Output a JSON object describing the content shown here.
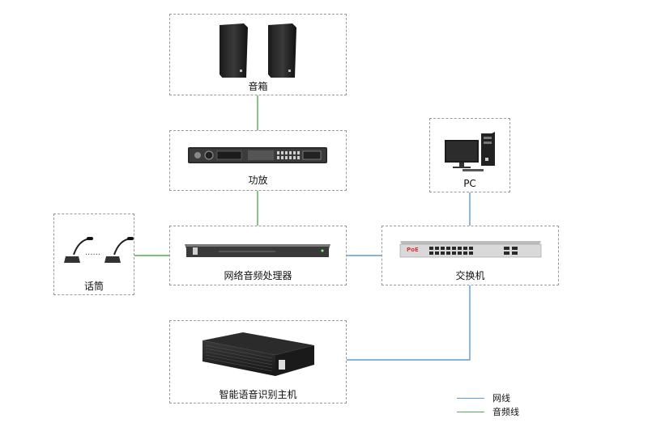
{
  "colors": {
    "network": "#5b9bd5",
    "audio": "#4caf50",
    "border": "#9a9a9a"
  },
  "nodes": {
    "speakers": {
      "label": "音箱",
      "icon": "speaker-icon"
    },
    "amplifier": {
      "label": "功放",
      "icon": "amplifier-icon"
    },
    "pc": {
      "label": "PC",
      "icon": "pc-icon"
    },
    "microphones": {
      "label": "话筒",
      "icon": "microphone-icon",
      "dots": "......"
    },
    "processor": {
      "label": "网络音频处理器",
      "icon": "audio-processor-icon"
    },
    "switch": {
      "label": "交换机",
      "icon": "switch-icon",
      "brand": "PoE"
    },
    "host": {
      "label": "智能语音识别主机",
      "icon": "host-icon"
    }
  },
  "legend": {
    "network": "网线",
    "audio": "音频线"
  }
}
